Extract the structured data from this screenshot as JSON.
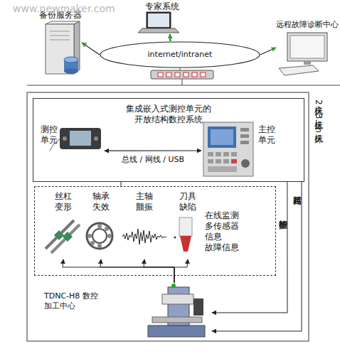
{
  "diagram": {
    "nodes": [
      {
        "text": [
          "备份服务器"
        ]
      },
      {
        "text": [
          "专家系统"
        ]
      },
      {
        "text": [
          "远程故障诊断中心"
        ]
      },
      {
        "text": [
          "internet/intranet"
        ]
      },
      {
        "text": [
          "集成嵌入式测控单元的 开放结构数控系统"
        ]
      },
      {
        "text": [
          "测控 单元"
        ],
        "in": 4
      },
      {
        "text": [
          "主控 单元"
        ],
        "in": 4
      },
      {
        "text": [
          "在线监测 多传感器 信息 故障信息"
        ]
      },
      {
        "text": [
          "丝杠 变形"
        ],
        "in": 7
      },
      {
        "text": [
          "轴承 失效"
        ],
        "in": 7
      },
      {
        "text": [
          "主轴 颤振"
        ],
        "in": 7
      },
      {
        "text": [
          "刀具 缺陷"
        ],
        "in": 7
      },
      {
        "text": [
          "TDNC-H8 数控 加工中心"
        ]
      }
    ],
    "edges": [
      {
        "from": 3,
        "to": 0,
        "arrow": "to"
      },
      {
        "from": 3,
        "to": 1,
        "arrow": "to"
      },
      {
        "from": 3,
        "to": 2,
        "arrow": "to"
      },
      {
        "from": 5,
        "to": 6,
        "arrow": "both",
        "label": "总线 / 网线 / USB"
      },
      {
        "from": 7,
        "to": 4,
        "arrow": "none"
      },
      {
        "from": 12,
        "to": 8,
        "arrow": "to"
      },
      {
        "from": 12,
        "to": 9,
        "arrow": "to"
      },
      {
        "from": 12,
        "to": 10,
        "arrow": "to"
      },
      {
        "from": 12,
        "to": 11,
        "arrow": "to"
      },
      {
        "from": 4,
        "to": 12,
        "arrow": "to",
        "label": "智能维护"
      },
      {
        "from": 4,
        "to": 12,
        "arrow": "to",
        "label": "高精运行"
      }
    ],
    "labels": [
      "www.newmaker.com",
      "机床2，机床3…机床n"
    ]
  }
}
